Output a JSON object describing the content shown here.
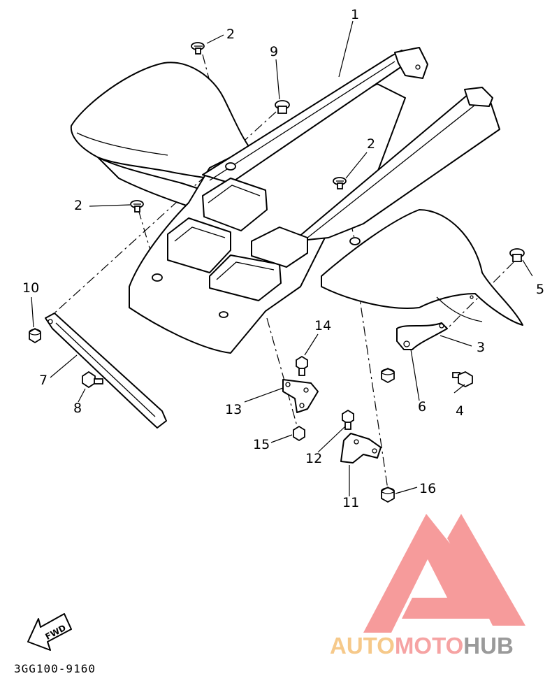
{
  "diagram": {
    "callouts": [
      {
        "id": "c1",
        "label": "1"
      },
      {
        "id": "c2a",
        "label": "2"
      },
      {
        "id": "c2b",
        "label": "2"
      },
      {
        "id": "c2c",
        "label": "2"
      },
      {
        "id": "c3",
        "label": "3"
      },
      {
        "id": "c4",
        "label": "4"
      },
      {
        "id": "c5",
        "label": "5"
      },
      {
        "id": "c6",
        "label": "6"
      },
      {
        "id": "c7",
        "label": "7"
      },
      {
        "id": "c8",
        "label": "8"
      },
      {
        "id": "c9",
        "label": "9"
      },
      {
        "id": "c10",
        "label": "10"
      },
      {
        "id": "c11",
        "label": "11"
      },
      {
        "id": "c12",
        "label": "12"
      },
      {
        "id": "c13",
        "label": "13"
      },
      {
        "id": "c14",
        "label": "14"
      },
      {
        "id": "c15",
        "label": "15"
      },
      {
        "id": "c16",
        "label": "16"
      }
    ],
    "fwd_label": "FWD",
    "part_code": "3GG100-9160"
  },
  "watermark": {
    "part1": "AUTO",
    "part2": "MOTO",
    "part3": "HUB",
    "colors": {
      "auto": "#f6c98a",
      "moto": "#f6a3a3",
      "hub": "#9a9a9a",
      "logo": "#f48a8a"
    }
  }
}
